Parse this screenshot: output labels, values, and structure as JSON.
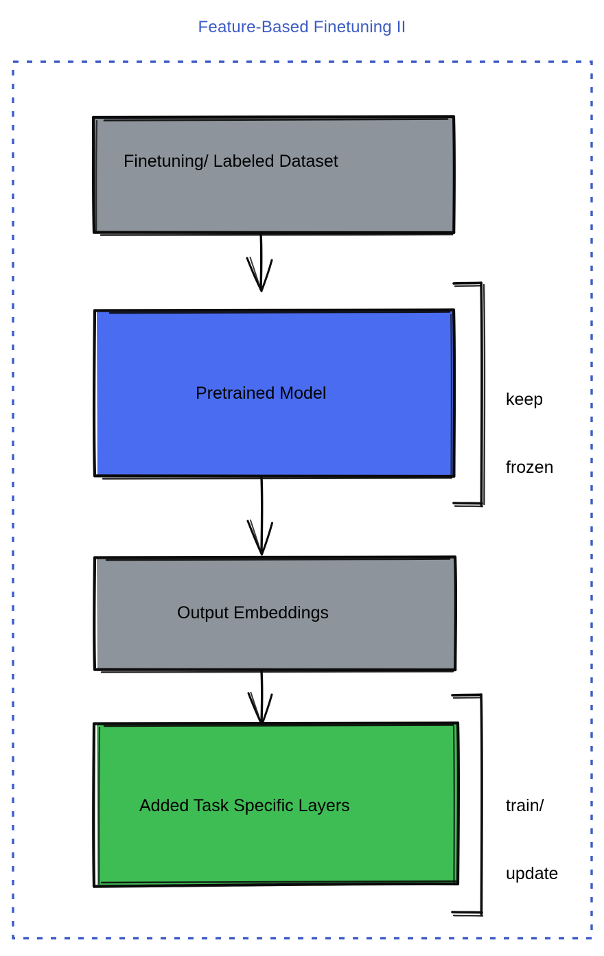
{
  "title": "Feature-Based Finetuning II",
  "colors": {
    "title_blue": "#3d5cc4",
    "dashed_border": "#3c5bc8",
    "gray_fill": "#8d949b",
    "blue_fill": "#4a6cf0",
    "green_fill": "#3fbd55",
    "stroke": "#0b0b0b"
  },
  "nodes": [
    {
      "id": "dataset",
      "label": "Finetuning/ Labeled Dataset",
      "fill": "gray_fill"
    },
    {
      "id": "pretrained",
      "label": "Pretrained Model",
      "fill": "blue_fill"
    },
    {
      "id": "embeddings",
      "label": "Output Embeddings",
      "fill": "gray_fill"
    },
    {
      "id": "task_layers",
      "label": "Added Task Specific Layers",
      "fill": "green_fill"
    }
  ],
  "brackets": [
    {
      "id": "frozen",
      "label_line1": "keep",
      "label_line2": "frozen",
      "targets": "pretrained"
    },
    {
      "id": "train",
      "label_line1": "train/",
      "label_line2": "update",
      "targets": "task_layers"
    }
  ],
  "arrows": [
    {
      "from": "dataset",
      "to": "pretrained"
    },
    {
      "from": "pretrained",
      "to": "embeddings"
    },
    {
      "from": "embeddings",
      "to": "task_layers"
    }
  ]
}
